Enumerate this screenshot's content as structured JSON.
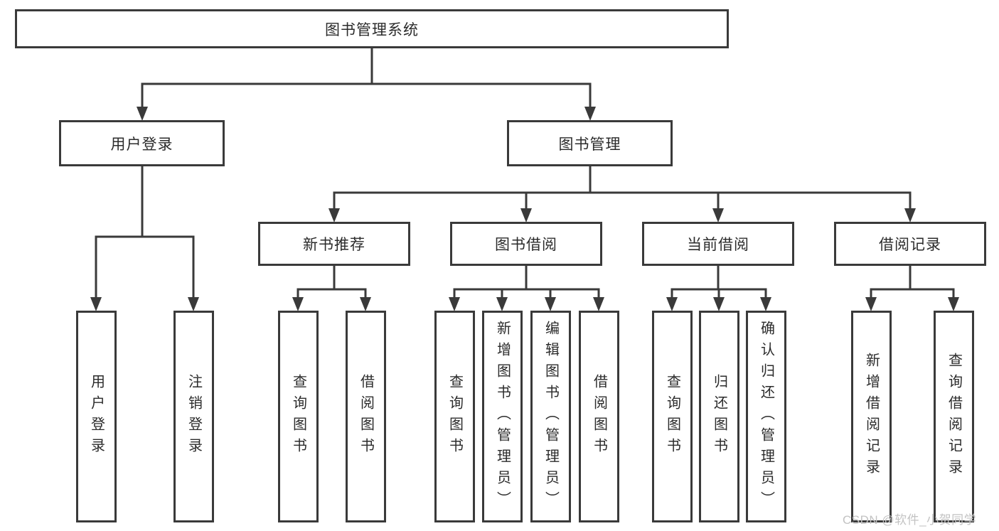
{
  "tree": {
    "label": "图书管理系统",
    "children": [
      {
        "label": "用户登录",
        "children": [
          {
            "label": "用户登录"
          },
          {
            "label": "注销登录"
          }
        ]
      },
      {
        "label": "图书管理",
        "children": [
          {
            "label": "新书推荐",
            "children": [
              {
                "label": "查询图书"
              },
              {
                "label": "借阅图书"
              }
            ]
          },
          {
            "label": "图书借阅",
            "children": [
              {
                "label": "查询图书"
              },
              {
                "label": "新增图书（管理员）"
              },
              {
                "label": "编辑图书（管理员）"
              },
              {
                "label": "借阅图书"
              }
            ]
          },
          {
            "label": "当前借阅",
            "children": [
              {
                "label": "查询图书"
              },
              {
                "label": "归还图书"
              },
              {
                "label": "确认归还（管理员）"
              }
            ]
          },
          {
            "label": "借阅记录",
            "children": [
              {
                "label": "新增借阅记录"
              },
              {
                "label": "查询借阅记录"
              }
            ]
          }
        ]
      }
    ]
  },
  "watermark": {
    "text": "CSDN @软件_小贺同学"
  },
  "colors": {
    "line": "#3a3a3a",
    "text": "#2b2b2b",
    "watermark": "#c3c3c3"
  }
}
